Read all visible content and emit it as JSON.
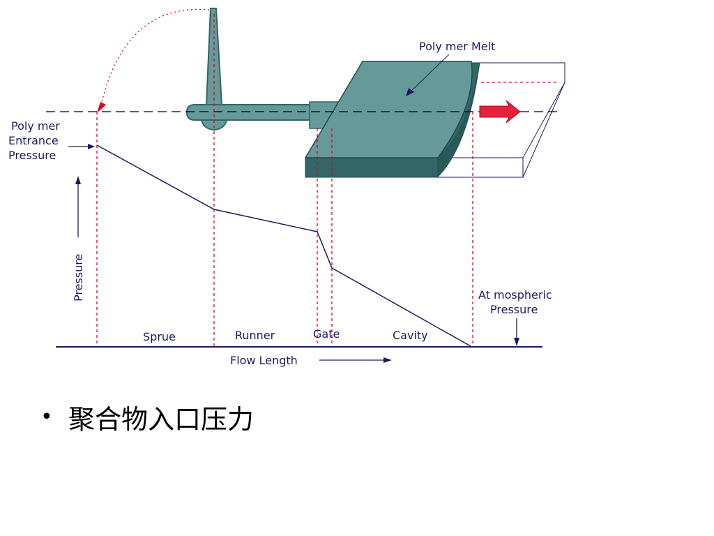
{
  "diagram": {
    "labels": {
      "polymer_melt": "Poly mer Melt",
      "entrance_line1": "Poly mer",
      "entrance_line2": "Entrance",
      "entrance_line3": "Pressure",
      "y_axis": "Pressure",
      "atmospheric_line1": "At mospheric",
      "atmospheric_line2": "Pressure",
      "x_axis": "Flow Length"
    },
    "regions": [
      "Sprue",
      "Runner",
      "Gate",
      "Cavity"
    ],
    "colors": {
      "mold_fill": "#669999",
      "mold_dark": "#336666",
      "arrow": "#e8203a",
      "guide_lines": "#e0001b",
      "pressure_line": "#1a1a5e"
    }
  },
  "bullet": {
    "marker": "•",
    "text": "聚合物入口压力"
  }
}
